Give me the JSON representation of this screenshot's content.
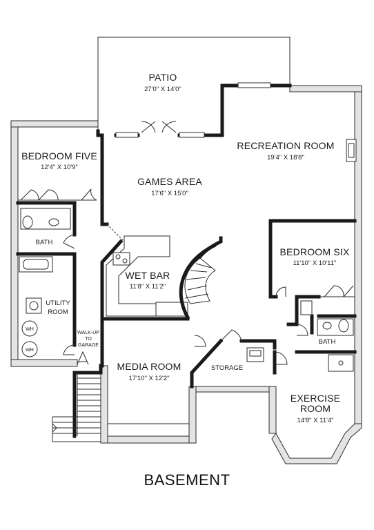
{
  "floor_label": "BASEMENT",
  "rooms": {
    "patio": {
      "name": "PATIO",
      "dims": "27'0\" X 14'0\""
    },
    "recreation_room": {
      "name": "RECREATION ROOM",
      "dims": "19'4\" X 18'8\""
    },
    "bedroom_five": {
      "name": "BEDROOM FIVE",
      "dims": "12'4\" X 10'9\""
    },
    "games_area": {
      "name": "GAMES AREA",
      "dims": "17'6\" X 15'0\""
    },
    "wet_bar": {
      "name": "WET BAR",
      "dims": "11'8\" X 11'2\""
    },
    "bedroom_six": {
      "name": "BEDROOM SIX",
      "dims": "11'10\" X 10'11\""
    },
    "bath_left": {
      "name": "BATH"
    },
    "utility_room": {
      "name_line1": "UTILITY",
      "name_line2": "ROOM"
    },
    "walk_up": {
      "line1": "WALK-UP",
      "line2": "TO",
      "line3": "GARAGE"
    },
    "media_room": {
      "name": "MEDIA ROOM",
      "dims": "17'10\" X 12'2\""
    },
    "storage": {
      "name": "STORAGE"
    },
    "bath_right": {
      "name": "BATH"
    },
    "exercise_room": {
      "name_line1": "EXERCISE",
      "name_line2": "ROOM",
      "dims": "14'8\" X 11'4\""
    }
  },
  "fixtures": {
    "water_heater_label": "WH"
  }
}
